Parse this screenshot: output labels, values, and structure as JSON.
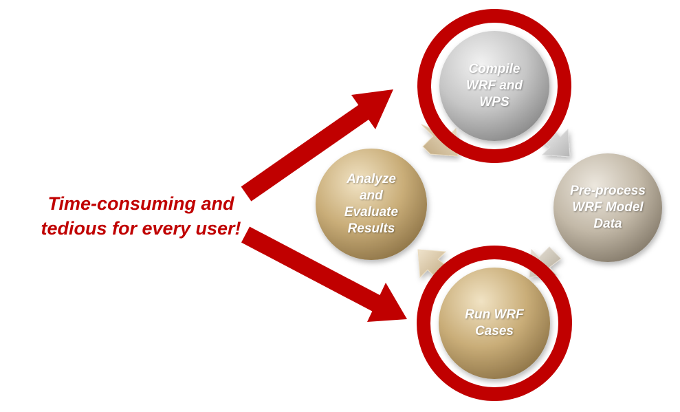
{
  "callout": {
    "lines": [
      "Time-consuming and",
      "tedious for every user!"
    ],
    "color": "#c00000"
  },
  "nodes": {
    "compile": {
      "lines": [
        "Compile",
        "WRF and",
        "WPS"
      ],
      "highlighted": true
    },
    "preprocess": {
      "lines": [
        "Pre-process",
        "WRF Model",
        "Data"
      ],
      "highlighted": false
    },
    "run": {
      "lines": [
        "Run WRF",
        "Cases"
      ],
      "highlighted": true
    },
    "analyze": {
      "lines": [
        "Analyze",
        "and",
        "Evaluate",
        "Results"
      ],
      "highlighted": false
    }
  },
  "colors": {
    "highlight_ring": "#c00000",
    "arrow_red": "#c00000",
    "node_silver": "#c9c9c9",
    "node_gold": "#c8ad7a",
    "node_taupe": "#c5bcac"
  }
}
